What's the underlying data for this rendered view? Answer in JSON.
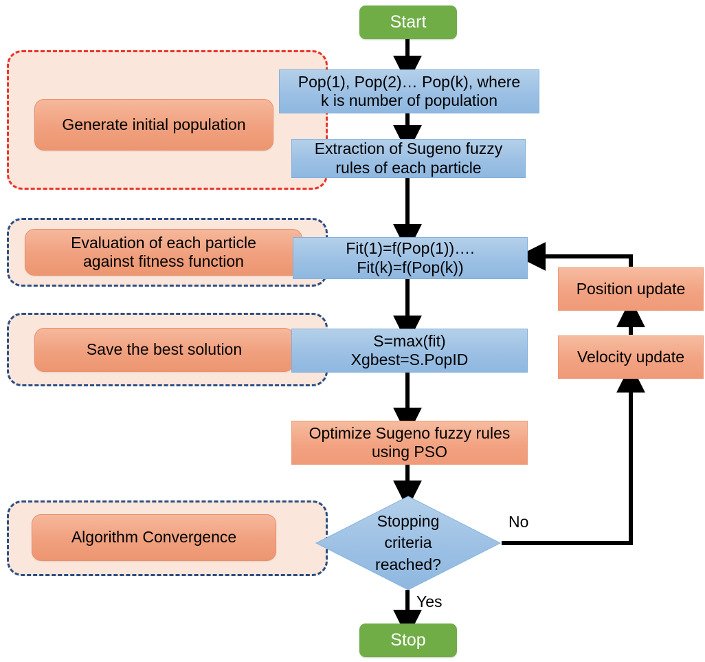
{
  "diagram": {
    "title": "PSO-optimized Sugeno fuzzy rules flowchart",
    "colors": {
      "terminator": "#70AD47",
      "process_blue": "#9CC0E4",
      "process_orange": "#F2A382",
      "group_fill": "#FBE6DB",
      "group_border_red": "#E8352A",
      "group_border_navy": "#2C4F85",
      "connector": "#000000"
    }
  },
  "nodes": {
    "start": {
      "label": "Start",
      "shape": "terminator"
    },
    "init_population": {
      "label": "Pop(1), Pop(2)… Pop(k), where\nk is number of population",
      "shape": "process"
    },
    "extraction": {
      "label": "Extraction of Sugeno fuzzy\nrules of each particle",
      "shape": "process"
    },
    "fitness": {
      "label": "Fit(1)=f(Pop(1))….\nFit(k)=f(Pop(k))",
      "shape": "process"
    },
    "best": {
      "label": "S=max(fit)\nXgbest=S.PopID",
      "shape": "process"
    },
    "optimize": {
      "label": "Optimize Sugeno fuzzy rules\nusing PSO",
      "shape": "process"
    },
    "decision": {
      "label": "Stopping\ncriteria\nreached?",
      "shape": "decision"
    },
    "stop": {
      "label": "Stop",
      "shape": "terminator"
    },
    "position_update": {
      "label": "Position update",
      "shape": "process"
    },
    "velocity_update": {
      "label": "Velocity update",
      "shape": "process"
    }
  },
  "annotations": [
    {
      "label": "Generate initial population",
      "border": "red"
    },
    {
      "label": "Evaluation of each particle\nagainst fitness function",
      "border": "navy"
    },
    {
      "label": "Save the best solution",
      "border": "navy"
    },
    {
      "label": "Algorithm Convergence",
      "border": "navy"
    }
  ],
  "edge_labels": {
    "no": "No",
    "yes": "Yes"
  }
}
